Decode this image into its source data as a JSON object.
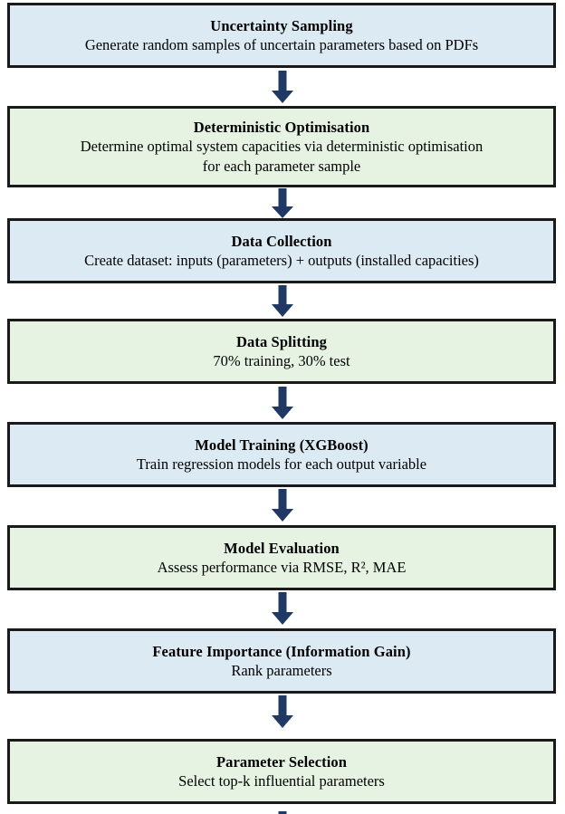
{
  "diagram": {
    "type": "flowchart",
    "orientation": "vertical-top-to-bottom",
    "colors": {
      "box_blue": "#dceaf4",
      "box_green": "#e6f3e2",
      "box_border": "#1a1a1a",
      "arrow": "#203864",
      "background": "#ffffff",
      "text": "#000000"
    },
    "steps": [
      {
        "title": "Uncertainty Sampling",
        "desc_lines": [
          "Generate random samples of uncertain parameters based on PDFs"
        ],
        "fill": "blue"
      },
      {
        "title": "Deterministic Optimisation",
        "desc_lines": [
          "Determine optimal system capacities via deterministic optimisation",
          "for each parameter sample"
        ],
        "fill": "green"
      },
      {
        "title": "Data Collection",
        "desc_lines": [
          "Create dataset: inputs (parameters) + outputs (installed capacities)"
        ],
        "fill": "blue"
      },
      {
        "title": "Data Splitting",
        "desc_lines": [
          "70% training, 30% test"
        ],
        "fill": "green"
      },
      {
        "title": "Model Training (XGBoost)",
        "desc_lines": [
          "Train regression models for each output variable"
        ],
        "fill": "blue"
      },
      {
        "title": "Model Evaluation",
        "desc_lines": [
          "Assess performance via RMSE, R², MAE"
        ],
        "fill": "green"
      },
      {
        "title": "Feature Importance (Information Gain)",
        "desc_lines": [
          "Rank parameters"
        ],
        "fill": "blue"
      },
      {
        "title": "Parameter Selection",
        "desc_lines": [
          "Select top-k influential parameters"
        ],
        "fill": "green"
      }
    ],
    "connector_count": 8,
    "connector_icon": "down-arrow-icon"
  }
}
